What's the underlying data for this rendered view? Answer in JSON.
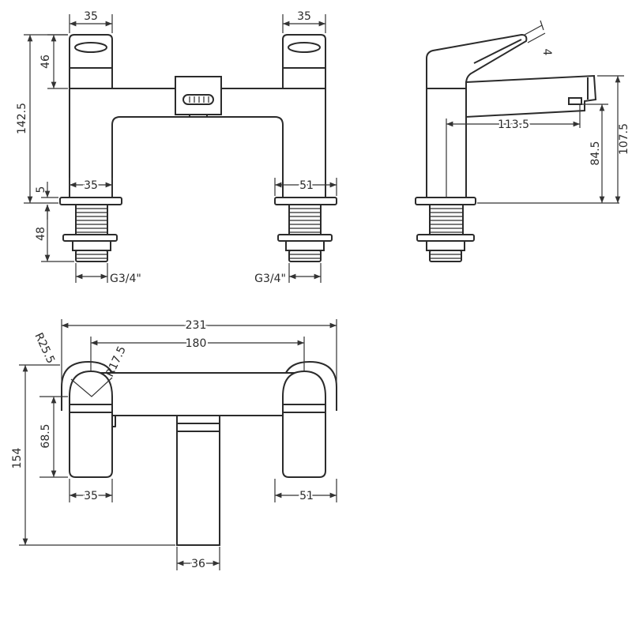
{
  "front_view": {
    "handle_width_left": "35",
    "handle_width_right": "35",
    "handle_height": "46",
    "overall_height": "142.5",
    "flange_thickness": "5",
    "base_width_left": "35",
    "base_width_right": "51",
    "shank_length": "48",
    "thread_left": "G3/4\"",
    "thread_right": "G3/4\""
  },
  "side_view": {
    "lever_angle": "4",
    "spout_reach": "113.5",
    "spout_height": "84.5",
    "overall_height": "107.5"
  },
  "top_view": {
    "overall_width": "231",
    "centres": "180",
    "outer_radius": "R25.5",
    "inner_radius": "R17.5",
    "overall_depth": "154",
    "handle_depth": "68.5",
    "base_width_left": "35",
    "base_width_right": "51",
    "spout_width": "36"
  }
}
